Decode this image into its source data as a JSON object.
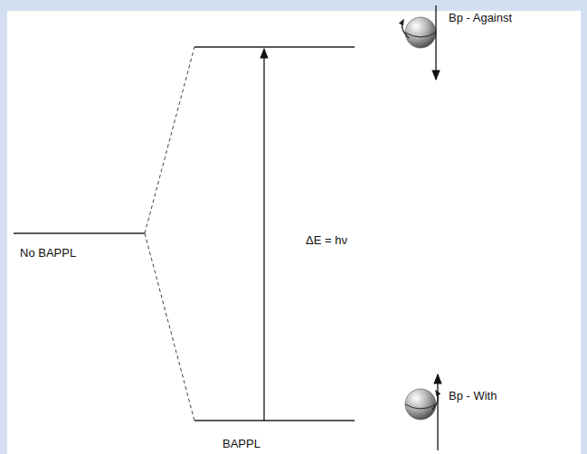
{
  "diagram": {
    "labels": [
      "Bp - Against",
      "No BAPPL",
      "ΔE = hν",
      "Bp - With",
      "BAPPL"
    ]
  }
}
